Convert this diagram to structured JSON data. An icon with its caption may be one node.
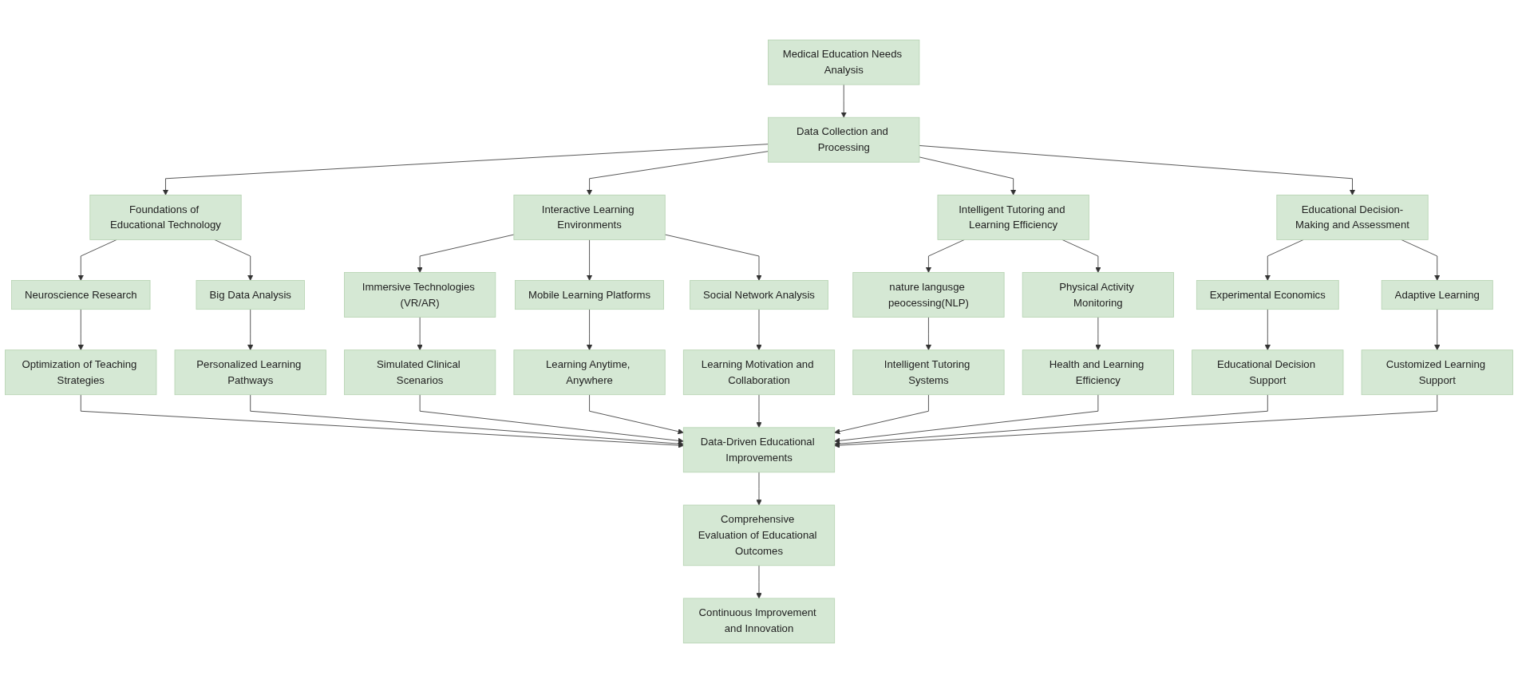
{
  "diagram": {
    "nodes": [
      {
        "text": [
          "Medical Education Needs Analysis"
        ]
      },
      {
        "text": [
          "Data Collection and Processing"
        ]
      },
      {
        "text": [
          "Foundations of Educational Technology"
        ]
      },
      {
        "text": [
          "Interactive Learning Environments"
        ]
      },
      {
        "text": [
          "Intelligent Tutoring and Learning Efficiency"
        ]
      },
      {
        "text": [
          "Educational Decision-Making and Assessment"
        ]
      },
      {
        "text": [
          "Neuroscience Research"
        ]
      },
      {
        "text": [
          "Big Data Analysis"
        ]
      },
      {
        "text": [
          "Immersive Technologies (VR/AR)"
        ]
      },
      {
        "text": [
          "Mobile Learning Platforms"
        ]
      },
      {
        "text": [
          "Social Network Analysis"
        ]
      },
      {
        "text": [
          "nature langusge peocessing(NLP)"
        ]
      },
      {
        "text": [
          "Physical Activity Monitoring"
        ]
      },
      {
        "text": [
          "Experimental Economics"
        ]
      },
      {
        "text": [
          "Adaptive Learning"
        ]
      },
      {
        "text": [
          "Optimization of Teaching Strategies"
        ]
      },
      {
        "text": [
          "Personalized Learning Pathways"
        ]
      },
      {
        "text": [
          "Simulated Clinical Scenarios"
        ]
      },
      {
        "text": [
          "Learning Anytime, Anywhere"
        ]
      },
      {
        "text": [
          "Learning Motivation and Collaboration"
        ]
      },
      {
        "text": [
          "Intelligent Tutoring Systems"
        ]
      },
      {
        "text": [
          "Health and Learning Efficiency"
        ]
      },
      {
        "text": [
          "Educational Decision Support"
        ]
      },
      {
        "text": [
          "Customized Learning Support"
        ]
      },
      {
        "text": [
          "Data-Driven Educational Improvements"
        ]
      },
      {
        "text": [
          "Comprehensive Evaluation of Educational Outcomes"
        ]
      },
      {
        "text": [
          "Continuous Improvement and Innovation"
        ]
      }
    ],
    "edges": [
      {
        "from": 0,
        "to": 1,
        "arrow": "to"
      },
      {
        "from": 1,
        "to": 2,
        "arrow": "to"
      },
      {
        "from": 1,
        "to": 3,
        "arrow": "to"
      },
      {
        "from": 1,
        "to": 4,
        "arrow": "to"
      },
      {
        "from": 1,
        "to": 5,
        "arrow": "to"
      },
      {
        "from": 2,
        "to": 6,
        "arrow": "to"
      },
      {
        "from": 2,
        "to": 7,
        "arrow": "to"
      },
      {
        "from": 3,
        "to": 8,
        "arrow": "to"
      },
      {
        "from": 3,
        "to": 9,
        "arrow": "to"
      },
      {
        "from": 3,
        "to": 10,
        "arrow": "to"
      },
      {
        "from": 4,
        "to": 11,
        "arrow": "to"
      },
      {
        "from": 4,
        "to": 12,
        "arrow": "to"
      },
      {
        "from": 5,
        "to": 13,
        "arrow": "to"
      },
      {
        "from": 5,
        "to": 14,
        "arrow": "to"
      },
      {
        "from": 6,
        "to": 15,
        "arrow": "to"
      },
      {
        "from": 7,
        "to": 16,
        "arrow": "to"
      },
      {
        "from": 8,
        "to": 17,
        "arrow": "to"
      },
      {
        "from": 9,
        "to": 18,
        "arrow": "to"
      },
      {
        "from": 10,
        "to": 19,
        "arrow": "to"
      },
      {
        "from": 11,
        "to": 20,
        "arrow": "to"
      },
      {
        "from": 12,
        "to": 21,
        "arrow": "to"
      },
      {
        "from": 13,
        "to": 22,
        "arrow": "to"
      },
      {
        "from": 14,
        "to": 23,
        "arrow": "to"
      },
      {
        "from": 15,
        "to": 24,
        "arrow": "to"
      },
      {
        "from": 16,
        "to": 24,
        "arrow": "to"
      },
      {
        "from": 17,
        "to": 24,
        "arrow": "to"
      },
      {
        "from": 18,
        "to": 24,
        "arrow": "to"
      },
      {
        "from": 19,
        "to": 24,
        "arrow": "to"
      },
      {
        "from": 20,
        "to": 24,
        "arrow": "to"
      },
      {
        "from": 21,
        "to": 24,
        "arrow": "to"
      },
      {
        "from": 22,
        "to": 24,
        "arrow": "to"
      },
      {
        "from": 23,
        "to": 24,
        "arrow": "to"
      },
      {
        "from": 24,
        "to": 25,
        "arrow": "to"
      },
      {
        "from": 25,
        "to": 26,
        "arrow": "to"
      }
    ]
  }
}
